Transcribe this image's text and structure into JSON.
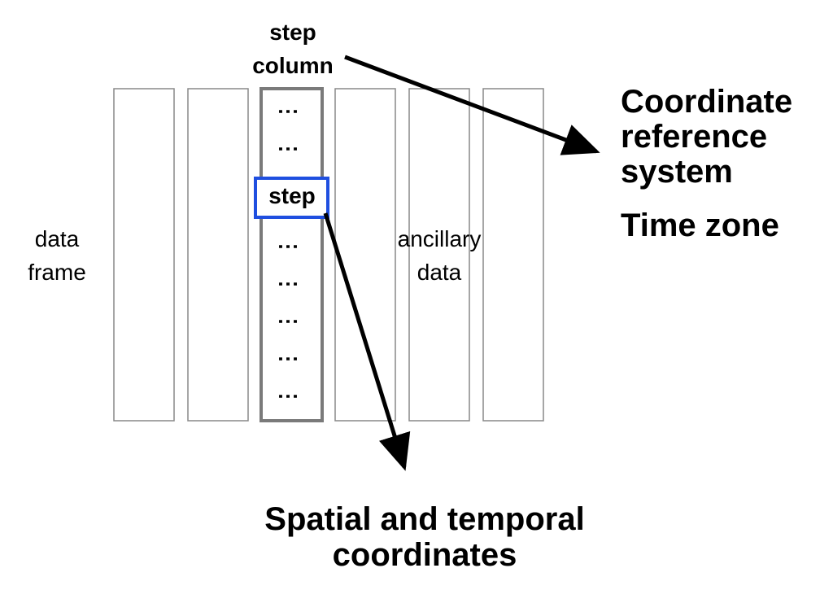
{
  "labels": {
    "step_column": [
      "step",
      "column"
    ],
    "step": "step",
    "data_frame": [
      "data",
      "frame"
    ],
    "ancillary_data": [
      "ancillary",
      "data"
    ],
    "crs": [
      "Coordinate",
      "reference",
      "system"
    ],
    "time_zone": "Time zone",
    "coordinates": [
      "Spatial and temporal",
      "coordinates"
    ]
  },
  "ellipsis_glyph": "⋮",
  "colors": {
    "column_border": "#888888",
    "step_column_border": "#7a7a7a",
    "step_box_border": "#1f4fe0",
    "arrow": "#000000"
  }
}
